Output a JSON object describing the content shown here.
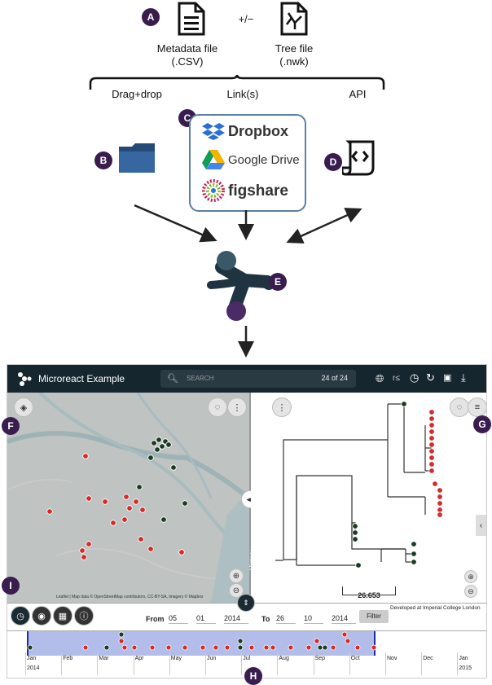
{
  "badges": {
    "a": "A",
    "b": "B",
    "c": "C",
    "d": "D",
    "e": "E",
    "f": "F",
    "g": "G",
    "h": "H",
    "i": "I"
  },
  "files": {
    "operator": "+/−",
    "metadata_line1": "Metadata file",
    "metadata_line2": "(.CSV)",
    "tree_line1": "Tree file",
    "tree_line2": "(.nwk)"
  },
  "methods": {
    "drag": "Drag+drop",
    "links": "Link(s)",
    "api": "API"
  },
  "cloud": {
    "dropbox": "Dropbox",
    "gdrive": "Google Drive",
    "figshare": "figshare"
  },
  "colors": {
    "badge": "#3a1d4f",
    "topbar": "#16262f",
    "red": "#d42a2a",
    "green": "#1b3b22",
    "timeline_sel": "#b3bdea"
  },
  "app": {
    "title": "Microreact Example",
    "search_placeholder": "SEARCH",
    "count": "24 of 24",
    "history_tab": "History",
    "attribution": "Leaflet | Map data © OpenStreetMap contributors, CC-BY-SA, Imagery © Mapbox",
    "scale_value": "26.653",
    "developed_by": "Developed at Imperial College London",
    "filter": {
      "from_label": "From",
      "from_day": "05",
      "from_month": "01",
      "from_year": "2014",
      "to_label": "To",
      "to_day": "26",
      "to_month": "10",
      "to_year": "2014",
      "button": "Filter"
    },
    "timeline_months": [
      "Jan",
      "Feb",
      "Mar",
      "Apr",
      "May",
      "Jun",
      "Jul",
      "Aug",
      "Sep",
      "Oct",
      "Nov",
      "Dec",
      "Jan"
    ],
    "timeline_years": [
      "2014",
      "2015"
    ]
  }
}
